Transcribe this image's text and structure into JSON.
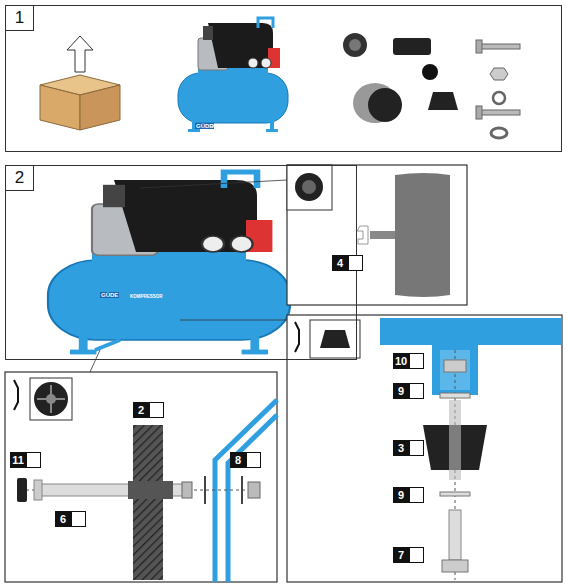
{
  "diagram": {
    "nodes": [
      {
        "text": [
          "1"
        ]
      },
      {
        "text": [
          "2"
        ]
      }
    ],
    "labels": [
      "GÜDE",
      "KOMPRESSOR",
      "GÜDE",
      "KOMPRESSOR",
      "4",
      "10",
      "9",
      "3",
      "9",
      "7",
      "11",
      "2",
      "8",
      "6"
    ]
  }
}
